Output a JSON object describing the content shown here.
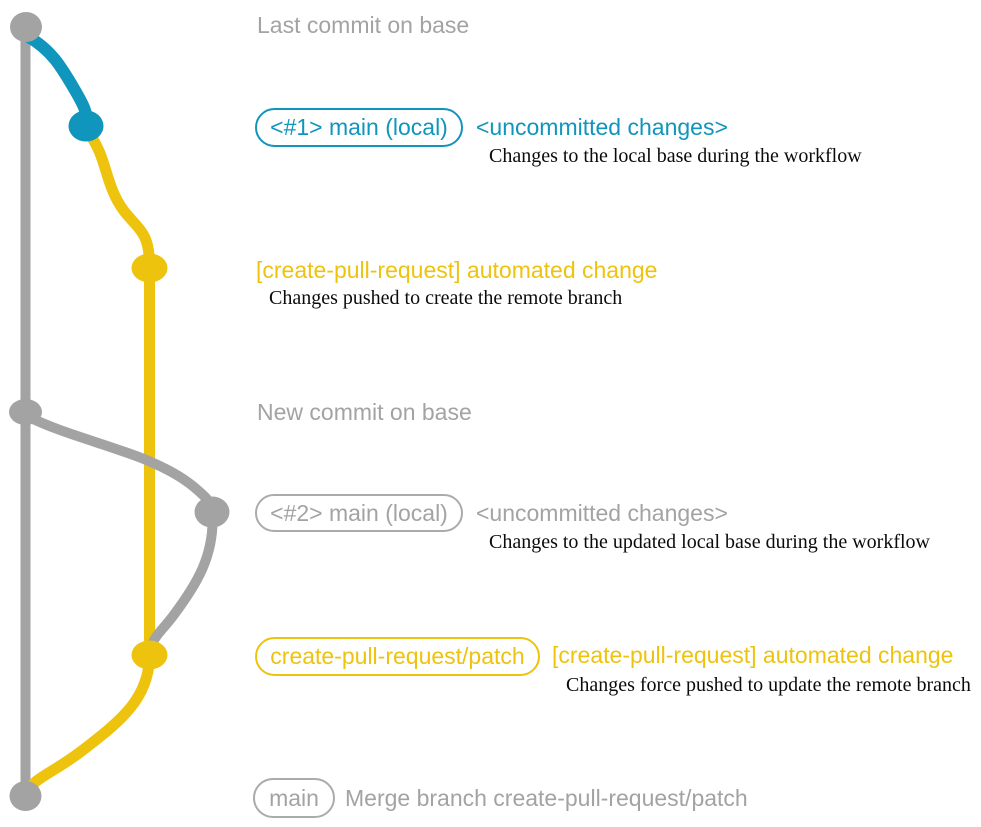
{
  "colors": {
    "base_gray": "#a3a3a3",
    "badge_gray_border": "#ababab",
    "local_blue": "#1095bd",
    "branch_yellow": "#eec30e",
    "note_black": "#0b0b0b"
  },
  "events": [
    {
      "label": "Last commit on base"
    },
    {
      "badge": "<#1> main (local)",
      "status": "<uncommitted changes>",
      "note": "Changes to the local base during the workflow"
    },
    {
      "title": "[create-pull-request] automated change",
      "note": "Changes pushed to create the remote branch"
    },
    {
      "label": "New commit on base"
    },
    {
      "badge": "<#2> main (local)",
      "status": "<uncommitted changes>",
      "note": "Changes to the updated local base during the workflow"
    },
    {
      "badge": "create-pull-request/patch",
      "title": "[create-pull-request] automated change",
      "note": "Changes force pushed to update the remote branch"
    },
    {
      "badge": "main",
      "message": "Merge branch create-pull-request/patch"
    }
  ]
}
